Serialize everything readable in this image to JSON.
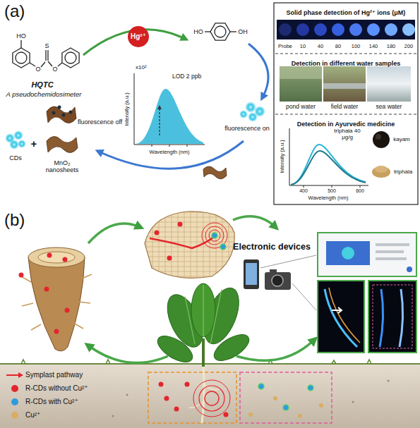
{
  "diagram": {
    "nodes": [
      {
        "text": [
          "Solid phase detection of Hg²⁺ ions (μM)"
        ]
      },
      {
        "text": [
          "Detection in different water samples"
        ]
      },
      {
        "text": [
          "Detection in Ayurvedic medicine"
        ]
      }
    ],
    "labels": [
      "(a)",
      "HO",
      "O",
      "S",
      "O",
      "HQTC",
      "A pseudochemidosimeter",
      "Hg²⁺",
      "HO",
      "OH",
      "x10²",
      "Intensity (a.u.)",
      "LOD 2 ppb",
      "Wavelength (nm)",
      "fluorescence off",
      "fluorescence on",
      "CDs",
      "+",
      "MnO₂ nanosheets",
      "Probe",
      "10",
      "40",
      "80",
      "100",
      "140",
      "180",
      "200",
      "pond water",
      "field water",
      "sea water",
      "triphala 40 μg/g",
      "kayam",
      "triphala",
      "Intensity (a.u.)",
      "Wavelength (nm)",
      "400",
      "500",
      "600",
      "(b)",
      "Electronic devices"
    ],
    "legend": [
      {
        "text": "Symplast pathway"
      },
      {
        "text": "R-CDs without Cu²⁺",
        "color": "#e3262e"
      },
      {
        "text": "R-CDs with Cu²⁺",
        "color": "#2e9be0"
      },
      {
        "text": "Cu²⁺",
        "color": "#d9ad62"
      }
    ]
  }
}
